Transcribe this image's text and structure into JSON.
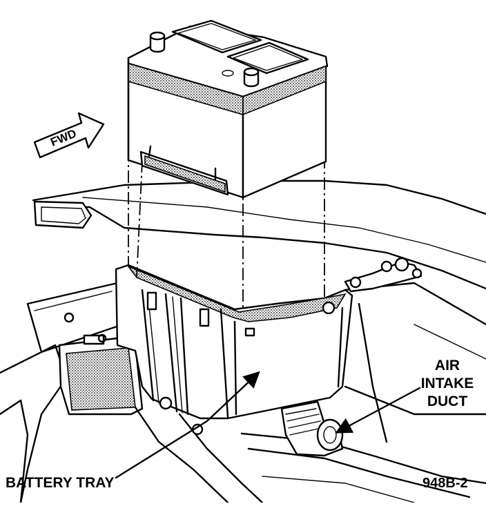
{
  "labels": {
    "fwd": "FWD",
    "air_intake_line1": "AIR",
    "air_intake_line2": "INTAKE",
    "air_intake_line3": "DUCT",
    "battery_tray": "BATTERY TRAY",
    "figure_id": "948B-2"
  }
}
